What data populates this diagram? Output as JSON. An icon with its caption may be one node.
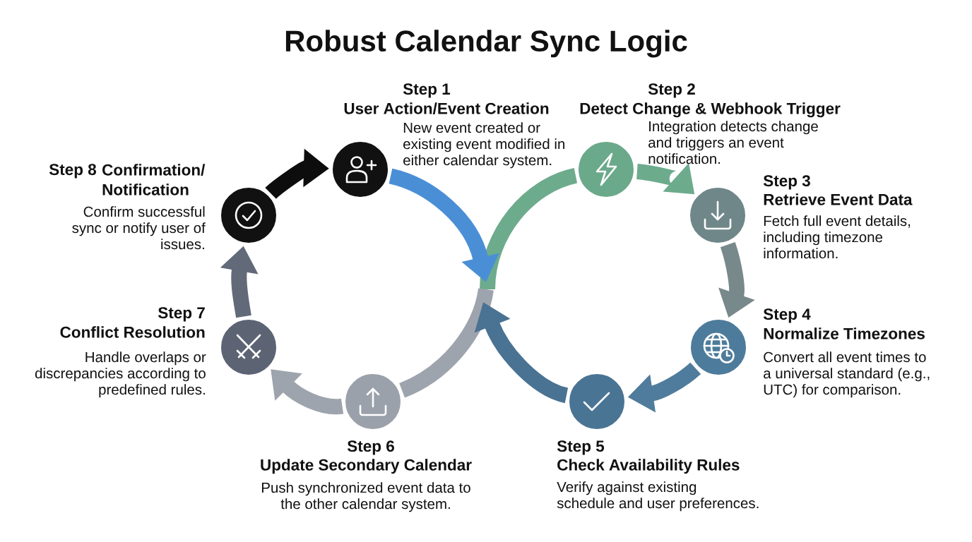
{
  "diagram": {
    "title": "Robust Calendar Sync Logic",
    "nodes": [
      {
        "text": [],
        "shape": "circle",
        "beside": [
          "Step 1",
          "User Action/Event Creation",
          "New event created or existing event modified in either calendar system."
        ]
      },
      {
        "text": [],
        "shape": "circle",
        "beside": [
          "Step 2",
          "Detect Change & Webhook Trigger",
          "Integration detects change and triggers an event notification."
        ]
      },
      {
        "text": [],
        "shape": "circle",
        "beside": [
          "Step 3",
          "Retrieve Event Data",
          "Fetch full event details, including timezone information."
        ]
      },
      {
        "text": [],
        "shape": "circle",
        "beside": [
          "Step 4",
          "Normalize Timezones",
          "Convert all event times to a universal standard (e.g., UTC) for comparison."
        ]
      },
      {
        "text": [],
        "shape": "circle",
        "beside": [
          "Step 5",
          "Check Availability Rules",
          "Verify against existing schedule and user preferences."
        ]
      },
      {
        "text": [],
        "shape": "circle",
        "beside": [
          "Step 6",
          "Update Secondary Calendar",
          "Push synchronized event data to the other calendar system."
        ]
      },
      {
        "text": [],
        "shape": "circle",
        "beside": [
          "Step 7",
          "Conflict Resolution",
          "Handle overlaps or discrepancies according to predefined rules."
        ]
      },
      {
        "text": [],
        "shape": "circle",
        "beside": [
          "Step 8",
          "Confirmation/ Notification",
          "Confirm successful sync or notify user of issues."
        ]
      }
    ],
    "edges": [
      {
        "from": 0,
        "to": null,
        "arrow": "to",
        "color": "#4a8fd6"
      },
      {
        "from": null,
        "to": 1,
        "arrow": "none",
        "color": "#6dab8d"
      },
      {
        "from": 1,
        "to": 2,
        "arrow": "to",
        "color": "#6dab8d"
      },
      {
        "from": 2,
        "to": 3,
        "arrow": "to",
        "color": "#78898b"
      },
      {
        "from": 3,
        "to": 4,
        "arrow": "to",
        "color": "#4f7c9c"
      },
      {
        "from": 4,
        "to": null,
        "arrow": "to",
        "color": "#4a7292"
      },
      {
        "from": null,
        "to": 5,
        "arrow": "none",
        "color": "#9ea4ad"
      },
      {
        "from": 5,
        "to": 6,
        "arrow": "to",
        "color": "#9ea4ad"
      },
      {
        "from": 6,
        "to": 7,
        "arrow": "to",
        "color": "#626a79"
      },
      {
        "from": 7,
        "to": 0,
        "arrow": "to",
        "color": "#0d0d0d"
      }
    ]
  }
}
